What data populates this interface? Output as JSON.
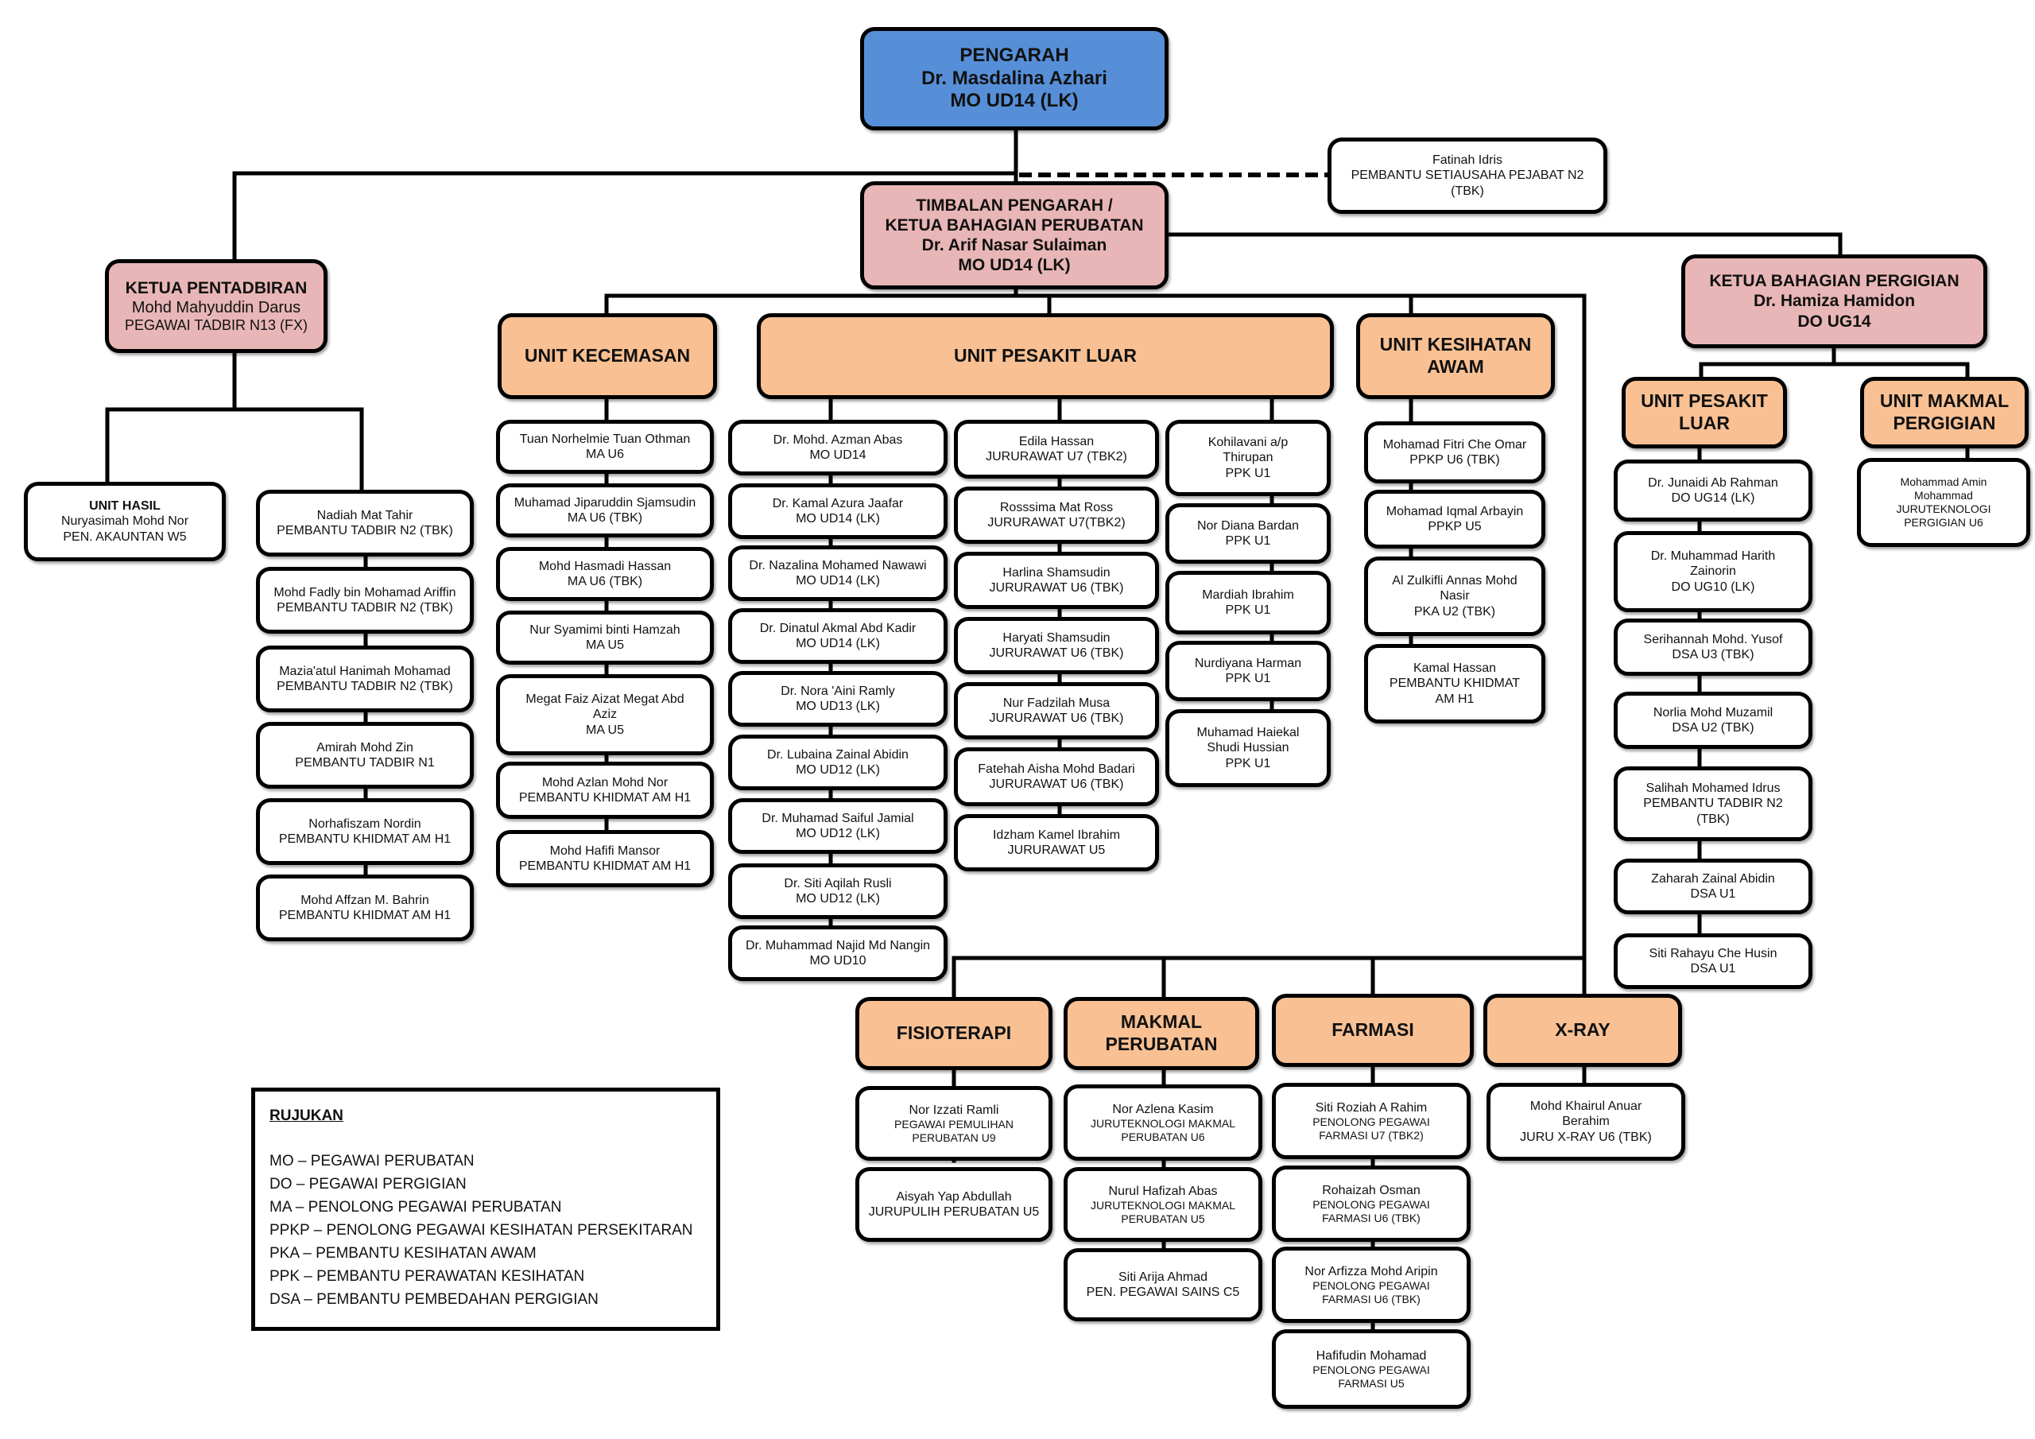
{
  "colors": {
    "director": "#568fd8",
    "head": "#e8b6b6",
    "unit": "#f8c093",
    "staff": "#ffffff",
    "line": "#000000"
  },
  "director": {
    "title": "PENGARAH",
    "name": "Dr. Masdalina Azhari",
    "grade": "MO UD14 (LK)"
  },
  "secretary": {
    "name": "Fatinah Idris",
    "grade": "PEMBANTU SETIAUSAHA PEJABAT N2",
    "note": "(TBK)"
  },
  "deputy": {
    "title1": "TIMBALAN PENGARAH /",
    "title2": "KETUA BAHAGIAN PERUBATAN",
    "name": "Dr. Arif Nasar Sulaiman",
    "grade": "MO UD14 (LK)"
  },
  "admin": {
    "head": {
      "title": "KETUA PENTADBIRAN",
      "name": "Mohd Mahyuddin Darus",
      "grade": "PEGAWAI TADBIR N13 (FX)"
    },
    "hasil": {
      "title": "UNIT HASIL",
      "name": "Nuryasimah Mohd Nor",
      "grade": "PEN. AKAUNTAN W5"
    },
    "staff": [
      {
        "lines": [
          "Nadiah Mat Tahir",
          "PEMBANTU TADBIR N2 (TBK)"
        ]
      },
      {
        "lines": [
          "Mohd Fadly bin Mohamad Ariffin",
          "PEMBANTU TADBIR N2 (TBK)"
        ]
      },
      {
        "lines": [
          "Mazia'atul Hanimah Mohamad",
          "PEMBANTU TADBIR N2 (TBK)"
        ]
      },
      {
        "lines": [
          "Amirah Mohd Zin",
          "PEMBANTU TADBIR N1"
        ]
      },
      {
        "lines": [
          "Norhafiszam Nordin",
          "PEMBANTU KHIDMAT AM H1"
        ]
      },
      {
        "lines": [
          "Mohd Affzan M. Bahrin",
          "PEMBANTU KHIDMAT AM H1"
        ]
      }
    ]
  },
  "dental": {
    "head": {
      "title": "KETUA BAHAGIAN PERGIGIAN",
      "name": "Dr. Hamiza Hamidon",
      "grade": "DO UG14"
    },
    "units": [
      {
        "title": "UNIT PESAKIT LUAR",
        "staff": [
          {
            "lines": [
              "Dr. Junaidi Ab Rahman",
              "DO UG14 (LK)"
            ]
          },
          {
            "lines": [
              "Dr. Muhammad Harith",
              "Zainorin",
              "DO UG10 (LK)"
            ]
          },
          {
            "lines": [
              "Serihannah Mohd. Yusof",
              "DSA U3 (TBK)"
            ]
          },
          {
            "lines": [
              "Norlia Mohd Muzamil",
              "DSA U2 (TBK)"
            ]
          },
          {
            "lines": [
              "Salihah Mohamed Idrus",
              "PEMBANTU TADBIR N2",
              "(TBK)"
            ]
          },
          {
            "lines": [
              "Zaharah Zainal Abidin",
              "DSA U1"
            ]
          },
          {
            "lines": [
              "Siti Rahayu Che Husin",
              "DSA U1"
            ]
          }
        ]
      },
      {
        "title": "UNIT MAKMAL PERGIGIAN",
        "staff": [
          {
            "lines": [
              "Mohammad Amin",
              "Mohammad",
              "JURUTEKNOLOGI",
              "PERGIGIAN U6"
            ]
          }
        ]
      }
    ]
  },
  "medical_units": {
    "kecemasan": {
      "title": "UNIT KECEMASAN",
      "staff": [
        {
          "lines": [
            "Tuan Norhelmie Tuan Othman",
            "MA U6"
          ]
        },
        {
          "lines": [
            "Muhamad Jiparuddin Sjamsudin",
            "MA U6 (TBK)"
          ]
        },
        {
          "lines": [
            "Mohd Hasmadi Hassan",
            "MA U6 (TBK)"
          ]
        },
        {
          "lines": [
            "Nur Syamimi binti Hamzah",
            "MA U5"
          ]
        },
        {
          "lines": [
            "Megat Faiz Aizat Megat Abd",
            "Aziz",
            "MA U5"
          ]
        },
        {
          "lines": [
            "Mohd Azlan Mohd Nor",
            "PEMBANTU KHIDMAT AM H1"
          ]
        },
        {
          "lines": [
            "Mohd Hafifi Mansor",
            "PEMBANTU KHIDMAT AM H1"
          ]
        }
      ]
    },
    "pesakit_luar": {
      "title": "UNIT PESAKIT LUAR",
      "columns": [
        [
          {
            "lines": [
              "Dr. Mohd. Azman Abas",
              "MO UD14"
            ]
          },
          {
            "lines": [
              "Dr. Kamal Azura Jaafar",
              "MO UD14 (LK)"
            ]
          },
          {
            "lines": [
              "Dr. Nazalina Mohamed Nawawi",
              "MO UD14 (LK)"
            ]
          },
          {
            "lines": [
              "Dr. Dinatul Akmal Abd Kadir",
              "MO UD14 (LK)"
            ]
          },
          {
            "lines": [
              "Dr. Nora 'Aini Ramly",
              "MO UD13 (LK)"
            ]
          },
          {
            "lines": [
              "Dr. Lubaina Zainal Abidin",
              "MO UD12 (LK)"
            ]
          },
          {
            "lines": [
              "Dr. Muhamad Saiful Jamial",
              "MO UD12 (LK)"
            ]
          },
          {
            "lines": [
              "Dr. Siti Aqilah Rusli",
              "MO UD12 (LK)"
            ]
          },
          {
            "lines": [
              "Dr. Muhammad Najid Md Nangin",
              "MO UD10"
            ]
          }
        ],
        [
          {
            "lines": [
              "Edila Hassan",
              "JURURAWAT U7 (TBK2)"
            ]
          },
          {
            "lines": [
              "Rosssima Mat Ross",
              "JURURAWAT U7(TBK2)"
            ]
          },
          {
            "lines": [
              "Harlina Shamsudin",
              "JURURAWAT U6 (TBK)"
            ]
          },
          {
            "lines": [
              "Haryati Shamsudin",
              "JURURAWAT U6 (TBK)"
            ]
          },
          {
            "lines": [
              "Nur Fadzilah Musa",
              "JURURAWAT U6 (TBK)"
            ]
          },
          {
            "lines": [
              "Fatehah Aisha Mohd Badari",
              "JURURAWAT U6 (TBK)"
            ]
          },
          {
            "lines": [
              "Idzham Kamel Ibrahim",
              "JURURAWAT U5"
            ]
          }
        ],
        [
          {
            "lines": [
              "Kohilavani a/p",
              "Thirupan",
              "PPK U1"
            ]
          },
          {
            "lines": [
              "Nor Diana Bardan",
              "PPK U1"
            ]
          },
          {
            "lines": [
              "Mardiah Ibrahim",
              "PPK U1"
            ]
          },
          {
            "lines": [
              "Nurdiyana Harman",
              "PPK U1"
            ]
          },
          {
            "lines": [
              "Muhamad Haiekal",
              "Shudi Hussian",
              "PPK U1"
            ]
          }
        ]
      ]
    },
    "kesihatan_awam": {
      "title": "UNIT KESIHATAN AWAM",
      "staff": [
        {
          "lines": [
            "Mohamad Fitri Che Omar",
            "PPKP U6 (TBK)"
          ]
        },
        {
          "lines": [
            "Mohamad Iqmal Arbayin",
            "PPKP U5"
          ]
        },
        {
          "lines": [
            "Al Zulkifli Annas Mohd",
            "Nasir",
            "PKA U2 (TBK)"
          ]
        },
        {
          "lines": [
            "Kamal Hassan",
            "PEMBANTU KHIDMAT",
            "AM H1"
          ]
        }
      ]
    },
    "fisioterapi": {
      "title": "FISIOTERAPI",
      "staff": [
        {
          "lines": [
            "Nor Izzati Ramli",
            "PEGAWAI PEMULIHAN",
            "PERUBATAN U9"
          ]
        },
        {
          "lines": [
            "Aisyah Yap Abdullah",
            "JURUPULIH PERUBATAN U5"
          ]
        }
      ]
    },
    "makmal": {
      "title": "MAKMAL PERUBATAN",
      "staff": [
        {
          "lines": [
            "Nor Azlena Kasim",
            "JURUTEKNOLOGI MAKMAL",
            "PERUBATAN U6"
          ]
        },
        {
          "lines": [
            "Nurul Hafizah Abas",
            "JURUTEKNOLOGI MAKMAL",
            "PERUBATAN U5"
          ]
        },
        {
          "lines": [
            "Siti Arija Ahmad",
            "PEN. PEGAWAI SAINS C5"
          ]
        }
      ]
    },
    "farmasi": {
      "title": "FARMASI",
      "staff": [
        {
          "lines": [
            "Siti Roziah A Rahim",
            "PENOLONG PEGAWAI",
            "FARMASI U7 (TBK2)"
          ]
        },
        {
          "lines": [
            "Rohaizah Osman",
            "PENOLONG PEGAWAI",
            "FARMASI U6 (TBK)"
          ]
        },
        {
          "lines": [
            "Nor Arfizza Mohd Aripin",
            "PENOLONG PEGAWAI",
            "FARMASI U6 (TBK)"
          ]
        },
        {
          "lines": [
            "Hafifudin Mohamad",
            "PENOLONG PEGAWAI",
            "FARMASI U5"
          ]
        }
      ]
    },
    "xray": {
      "title": "X-RAY",
      "staff": [
        {
          "lines": [
            "Mohd Khairul Anuar",
            "Berahim",
            "JURU X-RAY U6 (TBK)"
          ]
        }
      ]
    }
  },
  "legend": {
    "title": "RUJUKAN",
    "items": [
      "MO – PEGAWAI PERUBATAN",
      "DO – PEGAWAI PERGIGIAN",
      "MA – PENOLONG PEGAWAI PERUBATAN",
      "PPKP – PENOLONG PEGAWAI KESIHATAN PERSEKITARAN",
      "PKA – PEMBANTU KESIHATAN AWAM",
      "PPK – PEMBANTU PERAWATAN KESIHATAN",
      "DSA – PEMBANTU PEMBEDAHAN PERGIGIAN"
    ]
  }
}
